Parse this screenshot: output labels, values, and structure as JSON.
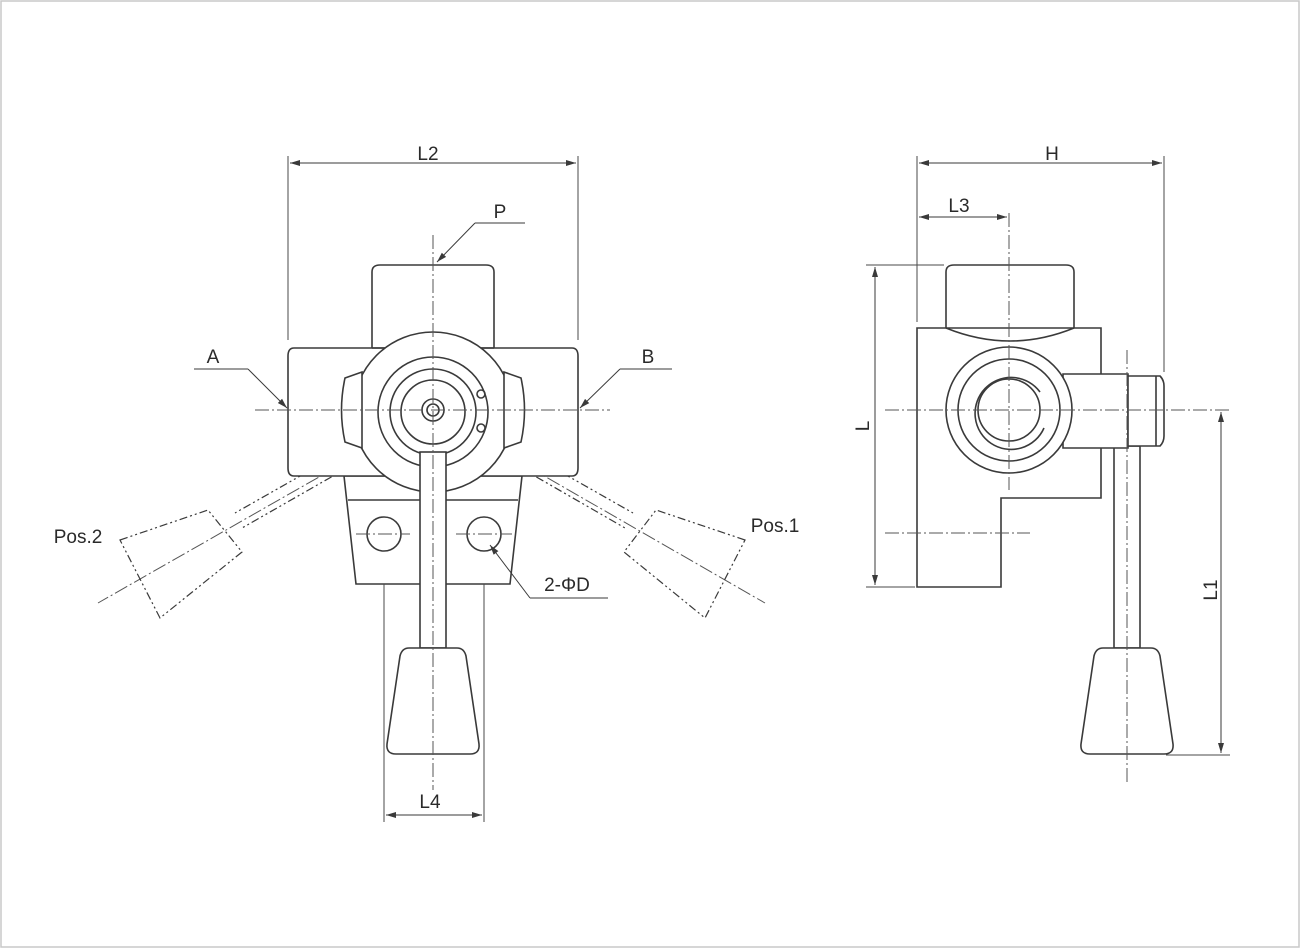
{
  "colors": {
    "line": "#3a3a3a",
    "frame": "#c8c8c8",
    "background": "#ffffff"
  },
  "front_view": {
    "dimension_labels": {
      "overall_width": "L2",
      "mount_spacing": "L4",
      "mount_holes": "2-ΦD"
    },
    "port_labels": {
      "pressure": "P",
      "port_a": "A",
      "port_b": "B"
    },
    "position_labels": {
      "left": "Pos.2",
      "right": "Pos.1"
    }
  },
  "side_view": {
    "dimension_labels": {
      "overall_depth": "H",
      "axis_offset": "L3",
      "overall_height": "L",
      "handle_length": "L1"
    }
  }
}
